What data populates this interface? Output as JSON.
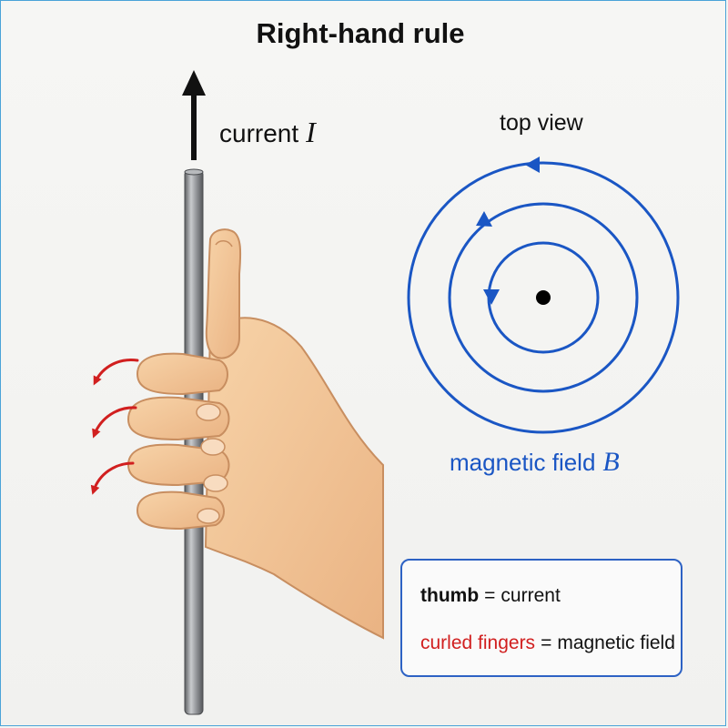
{
  "title": "Right-hand rule",
  "current": {
    "label": "current",
    "symbol": "I"
  },
  "top_view": {
    "label": "top view"
  },
  "field": {
    "label": "magnetic field",
    "symbol": "B"
  },
  "legend": {
    "thumb": "thumb",
    "thumb_eq": "=",
    "thumb_meaning": "current",
    "fingers": "curled fingers",
    "fingers_eq": "=",
    "fingers_meaning": "magnetic field"
  },
  "colors": {
    "field": "#1a56c4",
    "curl_arrows": "#d11f1f",
    "skin": "#f2c393",
    "rod": "#8b8d90",
    "legend_border": "#2d62c4"
  }
}
